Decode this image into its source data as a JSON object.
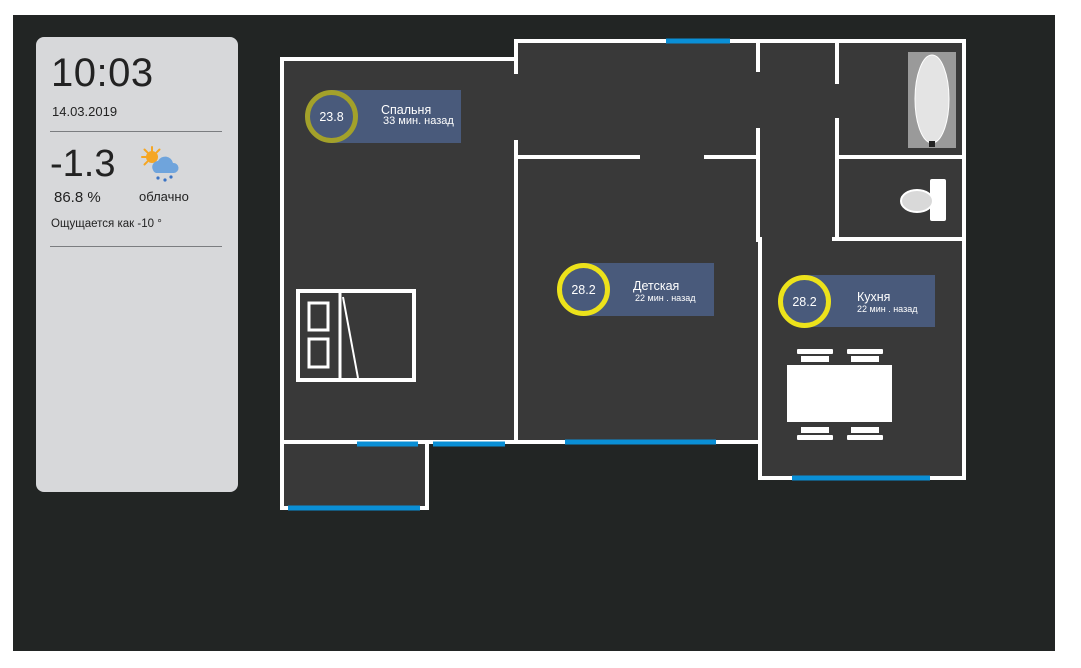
{
  "clock": {
    "time": "10:03",
    "date": "14.03.2019"
  },
  "weather": {
    "temperature": "-1.3",
    "humidity": "86.8 %",
    "condition": "облачно",
    "feels_like": "Ощущается как -10 °",
    "icon": "partly-cloudy-rain-icon"
  },
  "rooms": [
    {
      "name": "Спальня",
      "temperature": "23.8",
      "updated": "33 мин. назад",
      "ring_color": "#a3a12a"
    },
    {
      "name": "Детская",
      "temperature": "28.2",
      "updated": "22 мин . назад",
      "ring_color": "#ece21b"
    },
    {
      "name": "Кухня",
      "temperature": "28.2",
      "updated": "22 мин . назад",
      "ring_color": "#ece21b"
    }
  ],
  "colors": {
    "background": "#222524",
    "room_floor": "#393939",
    "wall": "#ffffff",
    "window": "#0a8fd6",
    "label_bg": "#495a7b",
    "panel_bg": "#d7d8da"
  }
}
